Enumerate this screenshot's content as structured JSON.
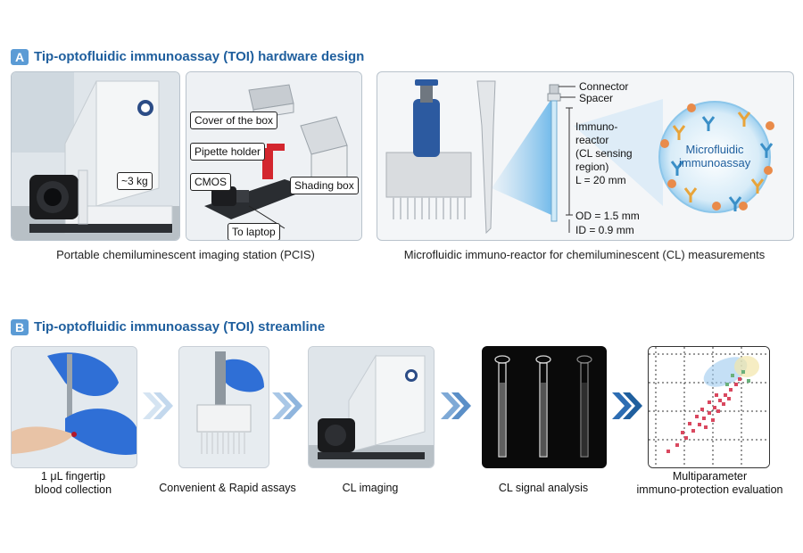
{
  "section_a": {
    "badge": "A",
    "title": "Tip-optofluidic immunoassay (TOI) hardware design",
    "pcis_caption": "Portable chemiluminescent imaging station (PCIS)",
    "reactor_caption": "Microfluidic immuno-reactor for chemiluminescent (CL) measurements",
    "weight_label": "~3 kg",
    "box_labels": {
      "cover": "Cover of the box",
      "pipette_holder": "Pipette holder",
      "cmos": "CMOS",
      "shading_box": "Shading box",
      "laptop": "To laptop"
    },
    "reactor_labels": {
      "connector": "Connector",
      "spacer": "Spacer",
      "immuno_1": "Immuno-",
      "immuno_2": "reactor",
      "immuno_3": "(CL sensing",
      "immuno_4": "region)",
      "length": "L = 20 mm",
      "od": "OD = 1.5 mm",
      "id": "ID = 0.9 mm",
      "bubble_1": "Microfluidic",
      "bubble_2": "immunoassay"
    }
  },
  "section_b": {
    "badge": "B",
    "title": "Tip-optofluidic immunoassay (TOI) streamline",
    "steps": [
      {
        "line1": "1 μL fingertip",
        "line2": "blood collection"
      },
      {
        "line1": "Convenient & Rapid assays",
        "line2": ""
      },
      {
        "line1": "CL imaging",
        "line2": ""
      },
      {
        "line1": "CL signal analysis",
        "line2": ""
      },
      {
        "line1": "Multiparameter",
        "line2": "immuno-protection evaluation"
      }
    ]
  },
  "colors": {
    "title_blue": "#1f5f9e",
    "badge_blue": "#5b9bd5",
    "arrow_light": "#c9dcef",
    "arrow_mid": "#7ea9d6",
    "arrow_dark": "#1f5f9e",
    "scatter_red": "#d9485f"
  }
}
